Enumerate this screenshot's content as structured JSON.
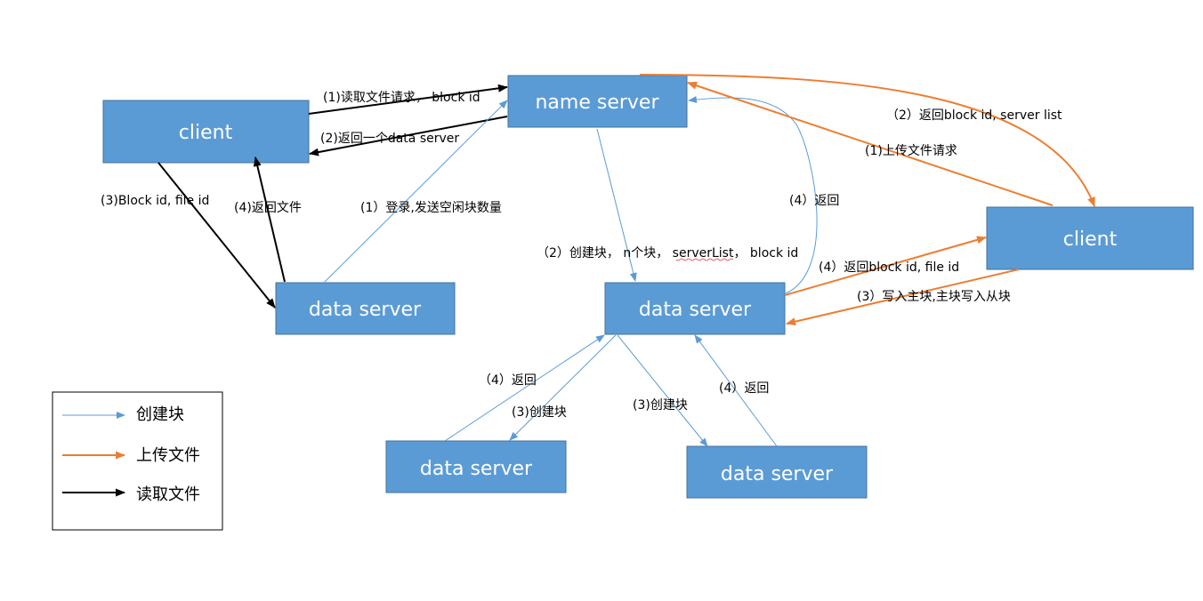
{
  "nodes": {
    "client_left": "client",
    "name_server": "name server",
    "client_right": "client",
    "data_server_left": "data server",
    "data_server_center": "data server",
    "data_server_bottom_left": "data server",
    "data_server_bottom_right": "data server"
  },
  "labels": {
    "read_request": "(1)读取文件请求，  block id",
    "return_data_server": "(2)返回一个data server",
    "block_file_id": "(3)Block id, file id",
    "return_file": "(4)返回文件",
    "login_report": "(1）登录,发送空闲块数量",
    "create_blocks": "（2）创建块，  n个块，  serverList，  block id",
    "return_to_name": "(4）返回",
    "return_block_list": "（2）返回block id, server list",
    "upload_request": "(1)上传文件请求",
    "return_block_file": "(4）返回block id, file id",
    "write_primary": "(3）写入主块,主块写入从块",
    "return_left": "（4）返回",
    "create_left": "(3)创建块",
    "create_right": "(3)创建块",
    "return_right": "(4）返回"
  },
  "legend": {
    "create": "创建块",
    "upload": "上传文件",
    "read": "读取文件"
  },
  "colors": {
    "node_fill": "#5b9bd5",
    "create_arrow": "#5b9bd5",
    "upload_arrow": "#ed7d31",
    "read_arrow": "#000000"
  }
}
